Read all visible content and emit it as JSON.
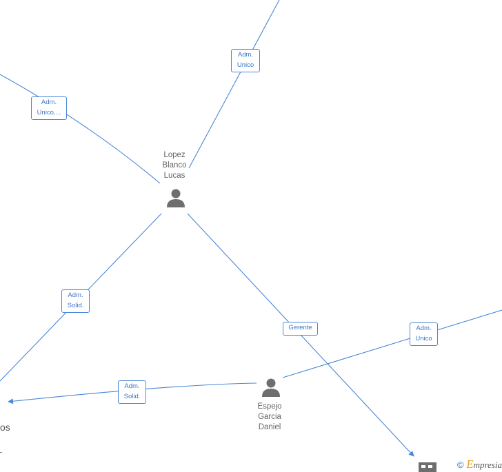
{
  "people": [
    {
      "id": "lopez",
      "name_lines": [
        "Lopez",
        "Blanco",
        "Lucas"
      ]
    },
    {
      "id": "espejo",
      "name_lines": [
        "Espejo",
        "Garcia",
        "Daniel"
      ]
    }
  ],
  "relations": [
    {
      "id": "rel-adm-unico-top",
      "lines": [
        "Adm.",
        "Unico"
      ]
    },
    {
      "id": "rel-adm-unico-left",
      "lines": [
        "Adm.",
        "Unico,..."
      ]
    },
    {
      "id": "rel-adm-solid-left",
      "lines": [
        "Adm.",
        "Solid."
      ]
    },
    {
      "id": "rel-gerente",
      "lines": [
        "Gerente"
      ]
    },
    {
      "id": "rel-adm-unico-right",
      "lines": [
        "Adm.",
        "Unico"
      ]
    },
    {
      "id": "rel-adm-solid-bottom",
      "lines": [
        "Adm.",
        "Solid."
      ]
    }
  ],
  "partial_node_text": "os",
  "watermark": {
    "copyright": "©",
    "brand_initial": "E",
    "brand_rest": "mpresia"
  },
  "colors": {
    "edge": "#4a86d6",
    "icon": "#6e6e6e",
    "brand_accent": "#e8a21a"
  }
}
